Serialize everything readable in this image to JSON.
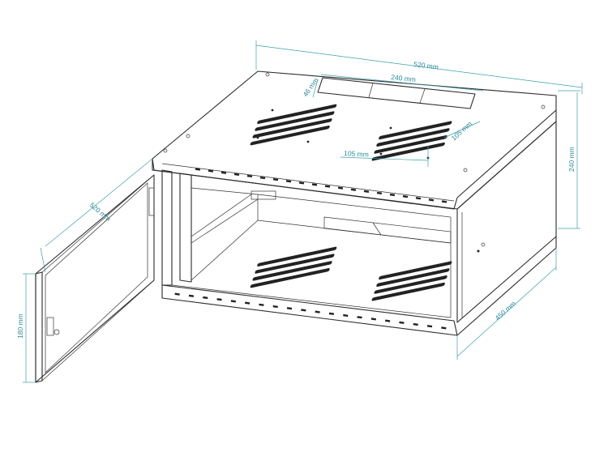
{
  "dimensions": {
    "total_width": "520 mm",
    "top_panel_width": "240 mm",
    "top_panel_depth": "46 mm",
    "fan_offset_x": "105 mm",
    "fan_offset_y": "105 mm",
    "height": "240 mm",
    "depth": "450 mm",
    "door_width": "520 mm",
    "door_height": "180 mm"
  },
  "colors": {
    "dimension_lines": "#3aa0ae",
    "outline": "#2b2b2b"
  }
}
